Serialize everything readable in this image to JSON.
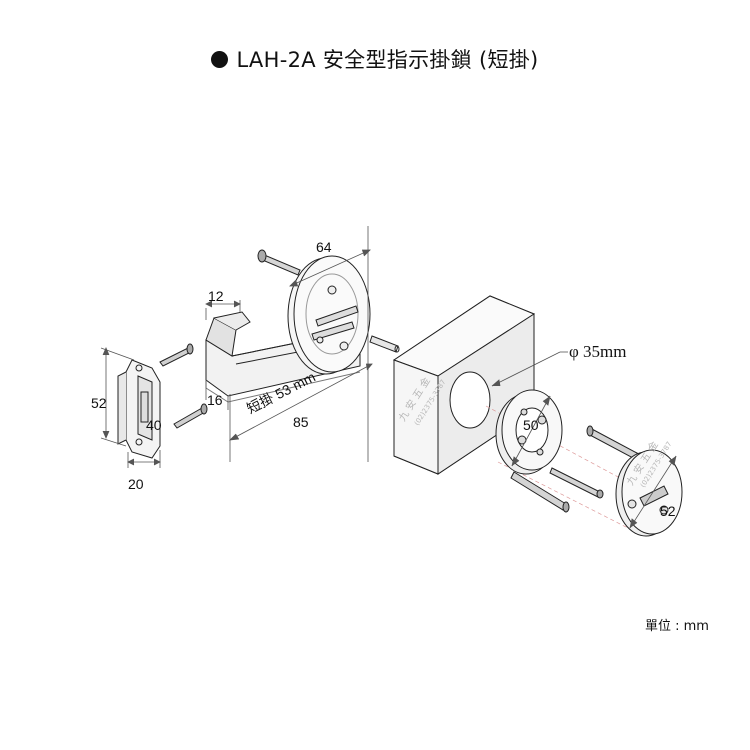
{
  "title": "LAH-2A 安全型指示掛鎖 (短掛)",
  "unit_label": "單位 : mm",
  "dimensions": {
    "strike_height": "52",
    "strike_inner": "40",
    "strike_width": "20",
    "hook_thickness": "12",
    "hook_depth": "16",
    "rose_diameter": "64",
    "short_hook": "短掛 53 mm",
    "total_length": "85",
    "hole_diameter": "φ 35mm",
    "inner_rose": "50",
    "indicator_rose": "52"
  },
  "watermark": {
    "name": "九 安 五 金",
    "phone": "(02)2375-3787"
  }
}
